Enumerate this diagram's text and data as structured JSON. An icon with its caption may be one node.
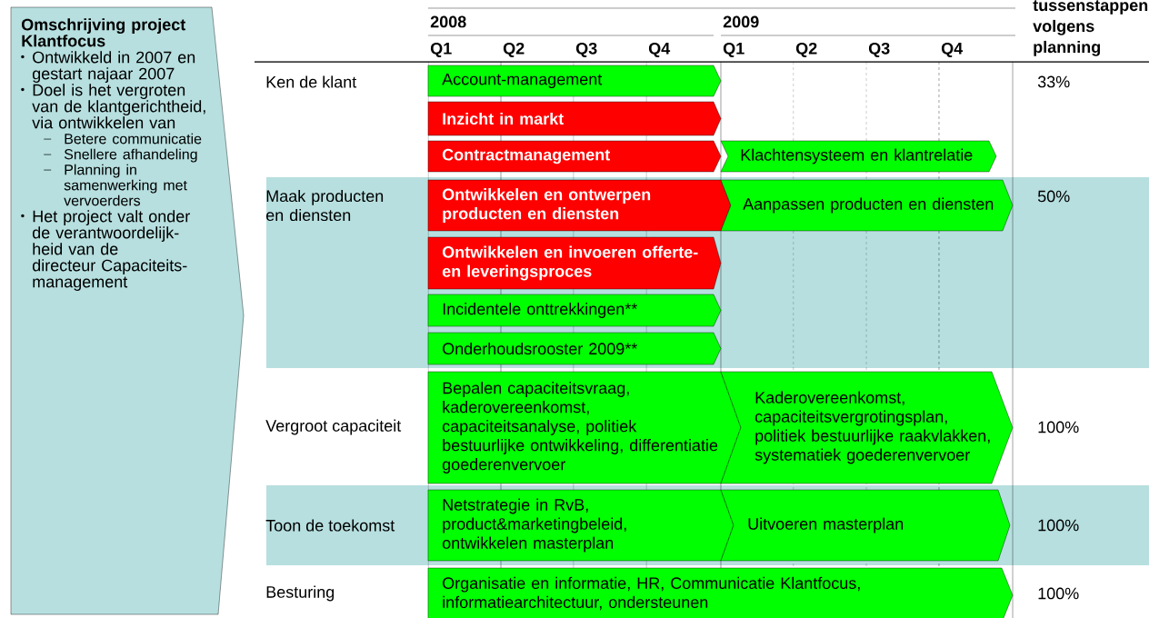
{
  "diagram": {
    "nodes": [
      {
        "text": [
          "Omschrijving project Klantfocus",
          "Ontwikkeld in 2007 en gestart najaar 2007",
          "Doel is het vergroten van de klantgerichtheid, via ontwikkelen van",
          "Betere communicatie",
          "Snellere afhandeling",
          "Planning in samenwerking met vervoerders",
          "Het project valt onder de verantwoordelijk-heid van de directeur Capaciteits-management"
        ]
      },
      {
        "text": [
          "Account-management"
        ]
      },
      {
        "text": [
          "Inzicht in markt"
        ]
      },
      {
        "text": [
          "Contractmanagement"
        ]
      },
      {
        "text": [
          "Klachtensysteem en klantrelatie"
        ]
      },
      {
        "text": [
          "Ontwikkelen en ontwerpen producten en diensten"
        ]
      },
      {
        "text": [
          "Aanpassen producten en diensten"
        ]
      },
      {
        "text": [
          "Ontwikkelen en invoeren offerte- en leveringsproces"
        ]
      },
      {
        "text": [
          "Incidentele onttrekkingen**"
        ]
      },
      {
        "text": [
          "Onderhoudsrooster 2009**"
        ]
      },
      {
        "text": [
          "Bepalen capaciteitsvraag, kaderovereenkomst, capaciteitsanalyse, politiek bestuurlijke ontwikkeling, differentiatie goederenvervoer"
        ]
      },
      {
        "text": [
          "Kaderovereenkomst, capaciteitsvergrotingsplan, politiek bestuurlijke raakvlakken, systematiek goederenvervoer"
        ]
      },
      {
        "text": [
          "Netstrategie in RvB, product&marketingbeleid, ontwikkelen masterplan"
        ]
      },
      {
        "text": [
          "Uitvoeren masterplan"
        ]
      },
      {
        "text": [
          "Organisatie en informatie, HR, Communicatie Klantfocus, informatiearchitectuur, ondersteunen"
        ]
      }
    ],
    "labels": [
      "2008",
      "2009",
      "tussenstappen volgens planning",
      "Q1",
      "Q2",
      "Q3",
      "Q4",
      "Q1",
      "Q2",
      "Q3",
      "Q4",
      "Ken de klant",
      "33%",
      "Maak producten en diensten",
      "50%",
      "Vergroot capaciteit",
      "100%",
      "Toon de toekomst",
      "100%",
      "Besturing",
      "100%"
    ]
  }
}
